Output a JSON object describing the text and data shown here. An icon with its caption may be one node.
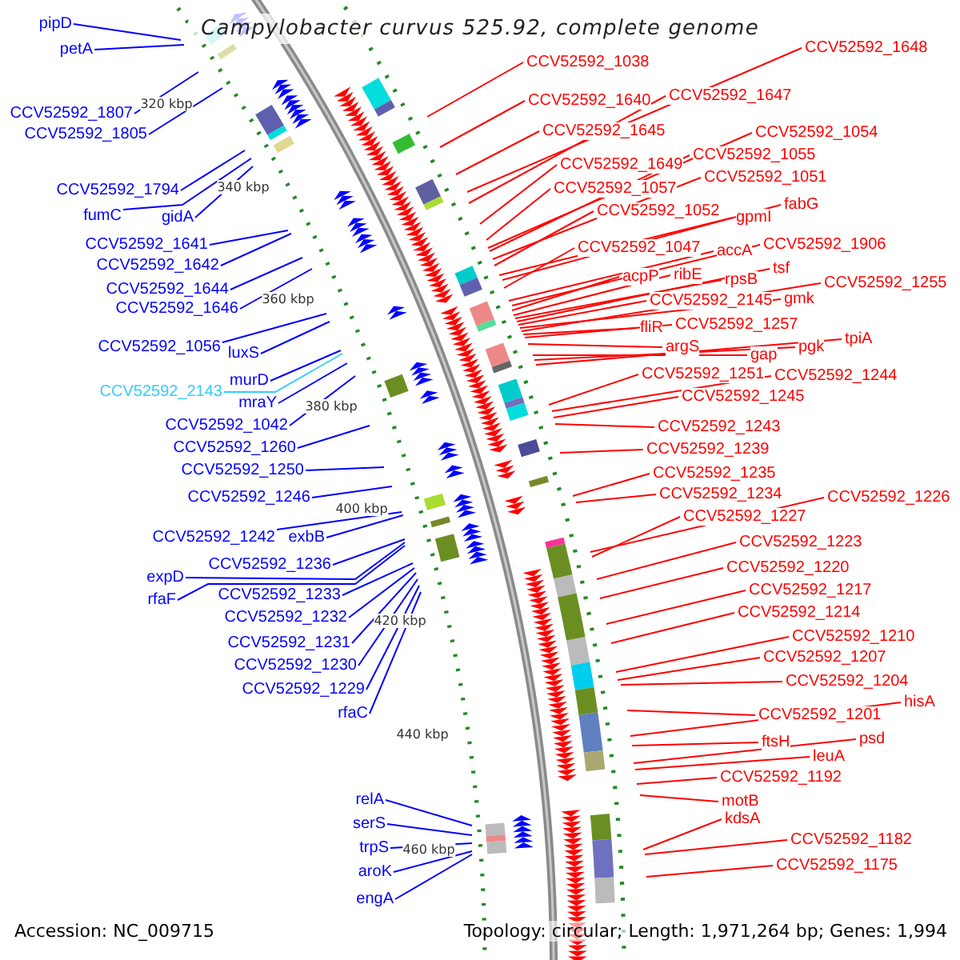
{
  "diagram": {
    "title": "Campylobacter curvus 525.92, complete genome",
    "nodes": [
      {
        "text": [
          "pipD"
        ]
      },
      {
        "text": [
          "petA"
        ]
      },
      {
        "text": [
          "CCV52592_1807"
        ]
      },
      {
        "text": [
          "CCV52592_1805"
        ]
      },
      {
        "text": [
          "CCV52592_1794"
        ]
      },
      {
        "text": [
          "fumC"
        ]
      },
      {
        "text": [
          "gidA"
        ]
      },
      {
        "text": [
          "CCV52592_1641"
        ]
      },
      {
        "text": [
          "CCV52592_1642"
        ]
      },
      {
        "text": [
          "CCV52592_1644"
        ]
      },
      {
        "text": [
          "CCV52592_1646"
        ]
      },
      {
        "text": [
          "CCV52592_1056"
        ]
      },
      {
        "text": [
          "luxS"
        ]
      },
      {
        "text": [
          "murD"
        ]
      },
      {
        "text": [
          "CCV52592_2143"
        ]
      },
      {
        "text": [
          "mraY"
        ]
      },
      {
        "text": [
          "CCV52592_1042"
        ]
      },
      {
        "text": [
          "CCV52592_1260"
        ]
      },
      {
        "text": [
          "CCV52592_1250"
        ]
      },
      {
        "text": [
          "CCV52592_1246"
        ]
      },
      {
        "text": [
          "CCV52592_1242"
        ]
      },
      {
        "text": [
          "exbB"
        ]
      },
      {
        "text": [
          "CCV52592_1236"
        ]
      },
      {
        "text": [
          "expD"
        ]
      },
      {
        "text": [
          "rfaF"
        ]
      },
      {
        "text": [
          "CCV52592_1233"
        ]
      },
      {
        "text": [
          "CCV52592_1232"
        ]
      },
      {
        "text": [
          "CCV52592_1231"
        ]
      },
      {
        "text": [
          "CCV52592_1230"
        ]
      },
      {
        "text": [
          "CCV52592_1229"
        ]
      },
      {
        "text": [
          "rfaC"
        ]
      },
      {
        "text": [
          "relA"
        ]
      },
      {
        "text": [
          "serS"
        ]
      },
      {
        "text": [
          "trpS"
        ]
      },
      {
        "text": [
          "aroK"
        ]
      },
      {
        "text": [
          "engA"
        ]
      },
      {
        "text": [
          "CCV52592_1038"
        ]
      },
      {
        "text": [
          "CCV52592_1648"
        ]
      },
      {
        "text": [
          "CCV52592_1640"
        ]
      },
      {
        "text": [
          "CCV52592_1647"
        ]
      },
      {
        "text": [
          "CCV52592_1645"
        ]
      },
      {
        "text": [
          "CCV52592_1054"
        ]
      },
      {
        "text": [
          "CCV52592_1649"
        ]
      },
      {
        "text": [
          "CCV52592_1055"
        ]
      },
      {
        "text": [
          "CCV52592_1057"
        ]
      },
      {
        "text": [
          "CCV52592_1051"
        ]
      },
      {
        "text": [
          "CCV52592_1052"
        ]
      },
      {
        "text": [
          "gpmI"
        ]
      },
      {
        "text": [
          "fabG"
        ]
      },
      {
        "text": [
          "CCV52592_1047"
        ]
      },
      {
        "text": [
          "accA"
        ]
      },
      {
        "text": [
          "CCV52592_1906"
        ]
      },
      {
        "text": [
          "acpP"
        ]
      },
      {
        "text": [
          "ribE"
        ]
      },
      {
        "text": [
          "rpsB"
        ]
      },
      {
        "text": [
          "tsf"
        ]
      },
      {
        "text": [
          "CCV52592_2145"
        ]
      },
      {
        "text": [
          "gmk"
        ]
      },
      {
        "text": [
          "CCV52592_1255"
        ]
      },
      {
        "text": [
          "fliR"
        ]
      },
      {
        "text": [
          "CCV52592_1257"
        ]
      },
      {
        "text": [
          "argS"
        ]
      },
      {
        "text": [
          "gap"
        ]
      },
      {
        "text": [
          "pgk"
        ]
      },
      {
        "text": [
          "tpiA"
        ]
      },
      {
        "text": [
          "CCV52592_1251"
        ]
      },
      {
        "text": [
          "CCV52592_1244"
        ]
      },
      {
        "text": [
          "CCV52592_1245"
        ]
      },
      {
        "text": [
          "CCV52592_1243"
        ]
      },
      {
        "text": [
          "CCV52592_1239"
        ]
      },
      {
        "text": [
          "CCV52592_1235"
        ]
      },
      {
        "text": [
          "CCV52592_1234"
        ]
      },
      {
        "text": [
          "CCV52592_1226"
        ]
      },
      {
        "text": [
          "CCV52592_1227"
        ]
      },
      {
        "text": [
          "CCV52592_1223"
        ]
      },
      {
        "text": [
          "CCV52592_1220"
        ]
      },
      {
        "text": [
          "CCV52592_1217"
        ]
      },
      {
        "text": [
          "CCV52592_1214"
        ]
      },
      {
        "text": [
          "CCV52592_1210"
        ]
      },
      {
        "text": [
          "CCV52592_1207"
        ]
      },
      {
        "text": [
          "CCV52592_1204"
        ]
      },
      {
        "text": [
          "CCV52592_1201"
        ]
      },
      {
        "text": [
          "hisA"
        ]
      },
      {
        "text": [
          "ftsH"
        ]
      },
      {
        "text": [
          "psd"
        ]
      },
      {
        "text": [
          "leuA"
        ]
      },
      {
        "text": [
          "CCV52592_1192"
        ]
      },
      {
        "text": [
          "motB"
        ]
      },
      {
        "text": [
          "kdsA"
        ]
      },
      {
        "text": [
          "CCV52592_1182"
        ]
      },
      {
        "text": [
          "CCV52592_1175"
        ]
      }
    ],
    "edges": [
      {
        "from": 0,
        "to": null,
        "arrow": "none",
        "color": "#0000ff"
      },
      {
        "from": 1,
        "to": null,
        "arrow": "none",
        "color": "#0000ff"
      },
      {
        "from": 2,
        "to": null,
        "arrow": "none",
        "color": "#0000ff"
      },
      {
        "from": 3,
        "to": null,
        "arrow": "none",
        "color": "#0000ff"
      },
      {
        "from": 4,
        "to": null,
        "arrow": "none",
        "color": "#0000ff"
      },
      {
        "from": 5,
        "to": null,
        "arrow": "none",
        "color": "#0000ff"
      },
      {
        "from": 6,
        "to": null,
        "arrow": "none",
        "color": "#0000ff"
      },
      {
        "from": 7,
        "to": null,
        "arrow": "none",
        "color": "#0000ff"
      },
      {
        "from": 8,
        "to": null,
        "arrow": "none",
        "color": "#0000ff"
      },
      {
        "from": 9,
        "to": null,
        "arrow": "none",
        "color": "#0000ff"
      },
      {
        "from": 10,
        "to": null,
        "arrow": "none",
        "color": "#0000ff"
      },
      {
        "from": 11,
        "to": null,
        "arrow": "none",
        "color": "#0000ff"
      },
      {
        "from": 12,
        "to": null,
        "arrow": "none",
        "color": "#0000ff"
      },
      {
        "from": 13,
        "to": null,
        "arrow": "none",
        "color": "#0000ff"
      },
      {
        "from": 14,
        "to": null,
        "arrow": "none",
        "color": "#33ccff"
      },
      {
        "from": 15,
        "to": null,
        "arrow": "none",
        "color": "#0000ff"
      },
      {
        "from": 16,
        "to": null,
        "arrow": "none",
        "color": "#0000ff"
      },
      {
        "from": 17,
        "to": null,
        "arrow": "none",
        "color": "#0000ff"
      },
      {
        "from": 18,
        "to": null,
        "arrow": "none",
        "color": "#0000ff"
      },
      {
        "from": 19,
        "to": null,
        "arrow": "none",
        "color": "#0000ff"
      },
      {
        "from": 20,
        "to": null,
        "arrow": "none",
        "color": "#0000ff"
      },
      {
        "from": 21,
        "to": null,
        "arrow": "none",
        "color": "#0000ff"
      },
      {
        "from": 22,
        "to": null,
        "arrow": "none",
        "color": "#0000ff"
      },
      {
        "from": 23,
        "to": null,
        "arrow": "none",
        "color": "#0000ff"
      },
      {
        "from": 24,
        "to": null,
        "arrow": "none",
        "color": "#0000ff"
      },
      {
        "from": 25,
        "to": null,
        "arrow": "none",
        "color": "#0000ff"
      },
      {
        "from": 26,
        "to": null,
        "arrow": "none",
        "color": "#0000ff"
      },
      {
        "from": 27,
        "to": null,
        "arrow": "none",
        "color": "#0000ff"
      },
      {
        "from": 28,
        "to": null,
        "arrow": "none",
        "color": "#0000ff"
      },
      {
        "from": 29,
        "to": null,
        "arrow": "none",
        "color": "#0000ff"
      },
      {
        "from": 30,
        "to": null,
        "arrow": "none",
        "color": "#0000ff"
      },
      {
        "from": 31,
        "to": null,
        "arrow": "none",
        "color": "#0000ff"
      },
      {
        "from": 32,
        "to": null,
        "arrow": "none",
        "color": "#0000ff"
      },
      {
        "from": 33,
        "to": null,
        "arrow": "none",
        "color": "#0000ff"
      },
      {
        "from": 34,
        "to": null,
        "arrow": "none",
        "color": "#0000ff"
      },
      {
        "from": 35,
        "to": null,
        "arrow": "none",
        "color": "#0000ff"
      },
      {
        "from": 36,
        "to": null,
        "arrow": "none"
      },
      {
        "from": 37,
        "to": null,
        "arrow": "none"
      },
      {
        "from": 38,
        "to": null,
        "arrow": "none"
      },
      {
        "from": 39,
        "to": null,
        "arrow": "none"
      },
      {
        "from": 40,
        "to": null,
        "arrow": "none"
      },
      {
        "from": 41,
        "to": null,
        "arrow": "none"
      },
      {
        "from": 42,
        "to": null,
        "arrow": "none"
      },
      {
        "from": 43,
        "to": null,
        "arrow": "none"
      },
      {
        "from": 44,
        "to": null,
        "arrow": "none"
      },
      {
        "from": 45,
        "to": null,
        "arrow": "none"
      },
      {
        "from": 46,
        "to": null,
        "arrow": "none"
      },
      {
        "from": 47,
        "to": null,
        "arrow": "none"
      },
      {
        "from": 48,
        "to": null,
        "arrow": "none"
      },
      {
        "from": 49,
        "to": null,
        "arrow": "none"
      },
      {
        "from": 50,
        "to": null,
        "arrow": "none"
      },
      {
        "from": 51,
        "to": null,
        "arrow": "none"
      },
      {
        "from": 52,
        "to": null,
        "arrow": "none"
      },
      {
        "from": 53,
        "to": null,
        "arrow": "none"
      },
      {
        "from": 54,
        "to": null,
        "arrow": "none"
      },
      {
        "from": 55,
        "to": null,
        "arrow": "none"
      },
      {
        "from": 56,
        "to": null,
        "arrow": "none"
      },
      {
        "from": 57,
        "to": null,
        "arrow": "none"
      },
      {
        "from": 58,
        "to": null,
        "arrow": "none"
      },
      {
        "from": 59,
        "to": null,
        "arrow": "none"
      },
      {
        "from": 60,
        "to": null,
        "arrow": "none"
      },
      {
        "from": 61,
        "to": null,
        "arrow": "none"
      },
      {
        "from": 62,
        "to": null,
        "arrow": "none"
      },
      {
        "from": 63,
        "to": null,
        "arrow": "none"
      },
      {
        "from": 64,
        "to": null,
        "arrow": "none"
      },
      {
        "from": 65,
        "to": null,
        "arrow": "none"
      },
      {
        "from": 66,
        "to": null,
        "arrow": "none"
      },
      {
        "from": 67,
        "to": null,
        "arrow": "none"
      },
      {
        "from": 68,
        "to": null,
        "arrow": "none"
      },
      {
        "from": 69,
        "to": null,
        "arrow": "none"
      },
      {
        "from": 70,
        "to": null,
        "arrow": "none"
      },
      {
        "from": 71,
        "to": null,
        "arrow": "none"
      },
      {
        "from": 72,
        "to": null,
        "arrow": "none"
      },
      {
        "from": 73,
        "to": null,
        "arrow": "none"
      },
      {
        "from": 74,
        "to": null,
        "arrow": "none"
      },
      {
        "from": 75,
        "to": null,
        "arrow": "none"
      },
      {
        "from": 76,
        "to": null,
        "arrow": "none"
      },
      {
        "from": 77,
        "to": null,
        "arrow": "none"
      },
      {
        "from": 78,
        "to": null,
        "arrow": "none"
      },
      {
        "from": 79,
        "to": null,
        "arrow": "none"
      },
      {
        "from": 80,
        "to": null,
        "arrow": "none"
      },
      {
        "from": 81,
        "to": null,
        "arrow": "none"
      },
      {
        "from": 82,
        "to": null,
        "arrow": "none"
      },
      {
        "from": 83,
        "to": null,
        "arrow": "none"
      },
      {
        "from": 84,
        "to": null,
        "arrow": "none"
      },
      {
        "from": 85,
        "to": null,
        "arrow": "none"
      },
      {
        "from": 86,
        "to": null,
        "arrow": "none"
      },
      {
        "from": 87,
        "to": null,
        "arrow": "none"
      },
      {
        "from": 88,
        "to": null,
        "arrow": "none"
      },
      {
        "from": 89,
        "to": null,
        "arrow": "none"
      },
      {
        "from": 90,
        "to": null,
        "arrow": "none"
      }
    ],
    "labels": [
      "320 kbp",
      "340 kbp",
      "360 kbp",
      "380 kbp",
      "400 kbp",
      "420 kbp",
      "440 kbp",
      "460 kbp",
      "Accession: NC_009715",
      "Topology: circular; Length: 1,971,264 bp; Genes: 1,994"
    ]
  }
}
